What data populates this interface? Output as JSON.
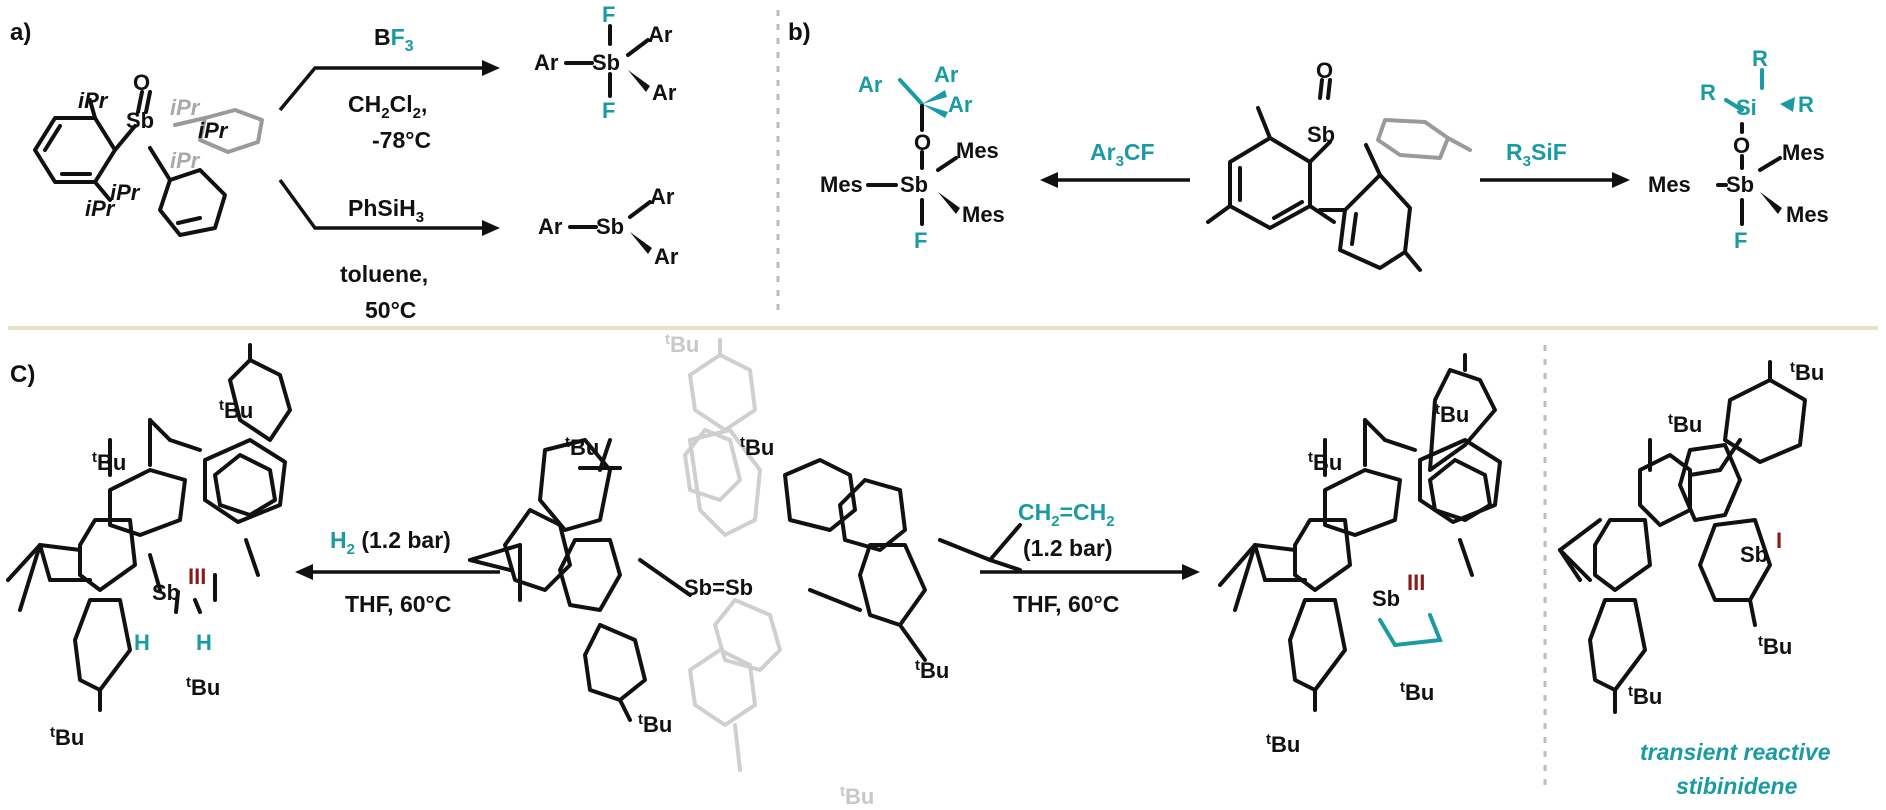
{
  "panels": {
    "a": {
      "label": "a)"
    },
    "b": {
      "label": "b)"
    },
    "c": {
      "label": "C)"
    }
  },
  "panel_a": {
    "reagent_top": [
      "B",
      "F",
      "3"
    ],
    "cond_top_1": "CH2Cl2,",
    "cond_top_2": "-78°C",
    "reagent_bottom": "PhSiH3",
    "cond_bottom_1": "toluene,",
    "cond_bottom_2": "50°C",
    "start_atoms": {
      "o": "O",
      "sb": "Sb",
      "ipr": "iPr"
    },
    "product_top": {
      "ar": "Ar",
      "sb": "Sb",
      "f": "F"
    },
    "product_bottom": {
      "ar": "Ar",
      "sb": "Sb"
    }
  },
  "panel_b": {
    "reagent_left": "Ar3CF",
    "reagent_right": "R3SiF",
    "left_product": {
      "ar": "Ar",
      "o": "O",
      "mes": "Mes",
      "sb": "Sb",
      "f": "F"
    },
    "right_product": {
      "r": "R",
      "si": "Si",
      "o": "O",
      "mes": "Mes",
      "sb": "Sb",
      "f": "F"
    },
    "start": {
      "o": "O",
      "sb": "Sb"
    }
  },
  "panel_c": {
    "reagent_left": "H2 (1.2 bar)",
    "cond_left": "THF, 60°C",
    "reagent_right_1": "CH2=CH2",
    "reagent_right_2": "(1.2 bar)",
    "cond_right": "THF, 60°C",
    "tbu": "tBu",
    "sb": "Sb",
    "ox_iii": "III",
    "ox_i": "I",
    "h": "H",
    "dimer": "Sb=Sb",
    "caption_1": "transient reactive",
    "caption_2": "stibinidene"
  },
  "colors": {
    "teal": "#1a9ba3",
    "dark_red": "#8b1a1a",
    "divider": "#e6e2cc",
    "gray": "#a9a9a9"
  }
}
